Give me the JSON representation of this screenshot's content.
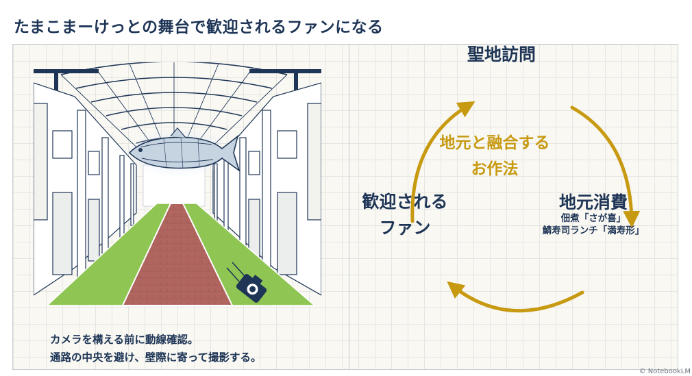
{
  "title": "たまこまーけっとの舞台で歓迎されるファンになる",
  "caption": {
    "line1": "カメラを構える前に動線確認。",
    "line2": "通路の中央を避け、壁際に寄って撮影する。"
  },
  "cycle": {
    "center_line1": "地元と融合する",
    "center_line2": "お作法",
    "node_top": "聖地訪問",
    "node_right": "地元消費",
    "node_right_sub1": "佃煮「さが喜」",
    "node_right_sub2": "鯖寿司ランチ「満寿形」",
    "node_left_line1": "歓迎される",
    "node_left_line2": "ファン",
    "arrow_color": "#c79a12"
  },
  "colors": {
    "navy": "#1e3556",
    "gold": "#c79a12",
    "walkway_red": "#b0655f",
    "walkway_green": "#8fc553"
  },
  "icons": {
    "fish": "mackerel-icon",
    "camera": "camera-icon"
  },
  "copyright": "© NotebookLM"
}
